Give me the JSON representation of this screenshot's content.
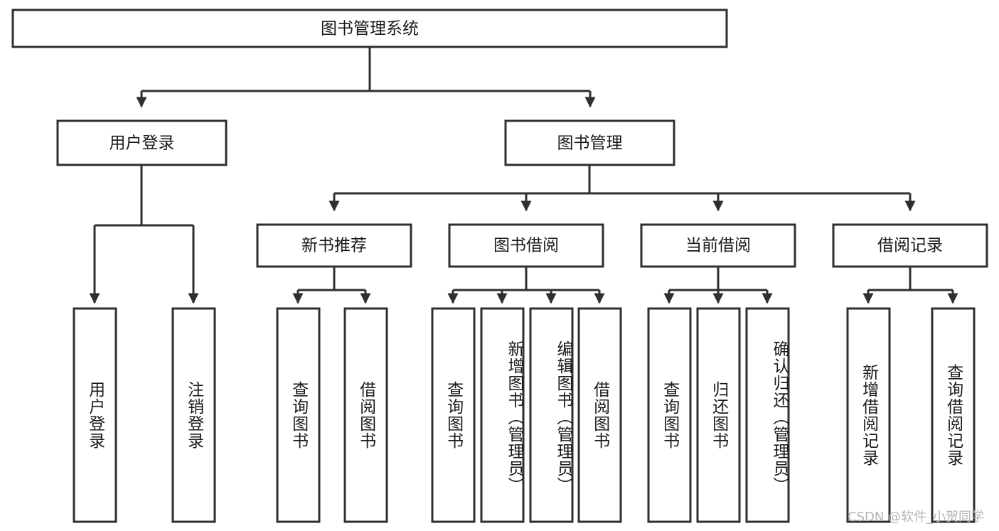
{
  "diagram": {
    "title": "图书管理系统",
    "type": "tree",
    "root": {
      "label": "图书管理系统",
      "level": 1
    },
    "level2": [
      {
        "label": "用户登录"
      },
      {
        "label": "图书管理"
      }
    ],
    "level3": [
      {
        "label": "新书推荐"
      },
      {
        "label": "图书借阅"
      },
      {
        "label": "当前借阅"
      },
      {
        "label": "借阅记录"
      }
    ],
    "leaves": {
      "user_login": [
        {
          "label": "用户登录"
        },
        {
          "label": "注销登录"
        }
      ],
      "new_book_recommend": [
        {
          "label": "查询图书"
        },
        {
          "label": "借阅图书"
        }
      ],
      "book_borrow": [
        {
          "label": "查询图书"
        },
        {
          "label": "新增图书（管理员）"
        },
        {
          "label": "编辑图书（管理员）"
        },
        {
          "label": "借阅图书"
        }
      ],
      "current_borrow": [
        {
          "label": "查询图书"
        },
        {
          "label": "归还图书"
        },
        {
          "label": "确认归还（管理员）"
        }
      ],
      "borrow_record": [
        {
          "label": "新增借阅记录"
        },
        {
          "label": "查询借阅记录"
        }
      ]
    }
  },
  "watermark": {
    "text": "CSDN @软件_小贺同学"
  },
  "colors": {
    "stroke": "#2f2f2f",
    "box_fill": "#ffffff",
    "text": "#1a1a1a",
    "background": "#ffffff",
    "watermark": "#b4b4b4"
  }
}
